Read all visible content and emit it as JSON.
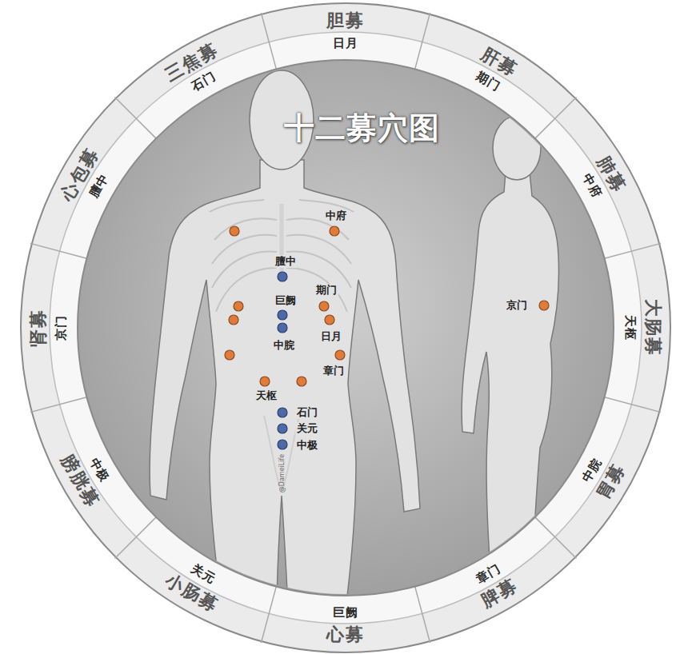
{
  "diagram": {
    "title": "十二募穴图",
    "nodes": [
      {
        "text": [
          "胆募",
          "日月"
        ]
      },
      {
        "text": [
          "肝募",
          "期门"
        ]
      },
      {
        "text": [
          "肺募",
          "中府"
        ]
      },
      {
        "text": [
          "大肠募",
          "天枢"
        ]
      },
      {
        "text": [
          "胃募",
          "中脘"
        ]
      },
      {
        "text": [
          "脾募",
          "章门"
        ]
      },
      {
        "text": [
          "心募",
          "巨阙"
        ]
      },
      {
        "text": [
          "小肠募",
          "关元"
        ]
      },
      {
        "text": [
          "膀胱募",
          "中极"
        ]
      },
      {
        "text": [
          "肾募",
          "京门"
        ]
      },
      {
        "text": [
          "心包募",
          "膻中"
        ]
      },
      {
        "text": [
          "三焦募",
          "石门"
        ]
      }
    ],
    "labels": [
      "中府",
      "膻中",
      "期门",
      "巨阙",
      "日月",
      "中脘",
      "京门",
      "章门",
      "天枢",
      "石门",
      "关元",
      "中极",
      "@DameiLife"
    ]
  }
}
